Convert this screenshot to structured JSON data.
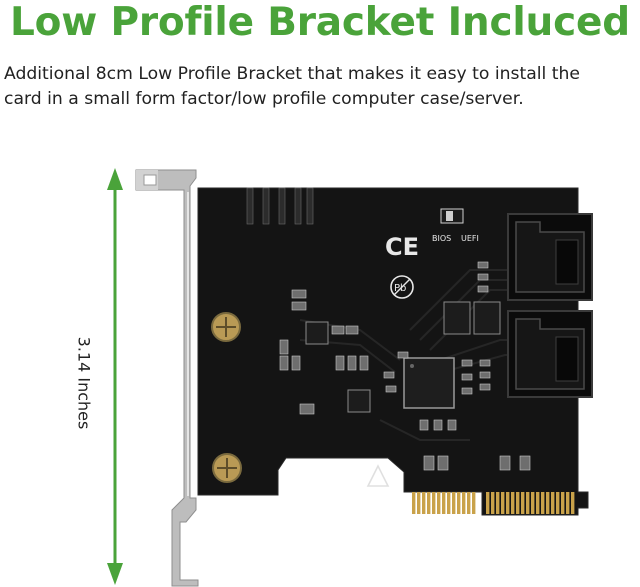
{
  "heading": "Low Profile Bracket Incluced",
  "description_lines": [
    "Additional 8cm Low Profile Bracket that makes it easy to install the",
    "card in a small form factor/low profile computer case/server."
  ],
  "dimension_label": "3.14 Inches",
  "board_marks": {
    "ce": "CE",
    "pb": "Pb",
    "bios": "BIOS",
    "uefi": "UEFI"
  },
  "colors": {
    "heading": "#4aa33a",
    "arrow": "#4aa33a",
    "pcb": "#141414",
    "gold": "#c9a24a",
    "bracket": "#b8b8b8"
  }
}
